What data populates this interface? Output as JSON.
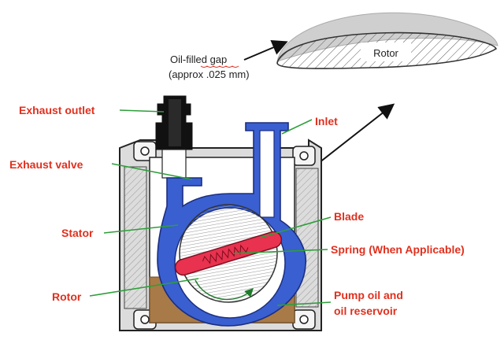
{
  "inset": {
    "rotor_label": "Rotor",
    "gap_label_line1": "Oil-filled gap",
    "gap_label_line2": "(approx .025 mm)"
  },
  "labels": {
    "exhaust_outlet": "Exhaust outlet",
    "exhaust_valve": "Exhaust valve",
    "stator": "Stator",
    "rotor": "Rotor",
    "inlet": "Inlet",
    "blade": "Blade",
    "spring": "Spring (When Applicable)",
    "pump_oil_line1": "Pump oil and",
    "pump_oil_line2": "oil reservoir"
  },
  "colors": {
    "label_red": "#e0301e",
    "leader_green": "#2e9e3a",
    "stator_blue": "#3a5fd0",
    "oil_brown": "#a87a47",
    "blade_red": "#e8324f",
    "housing_grey": "#d8d8d8"
  }
}
